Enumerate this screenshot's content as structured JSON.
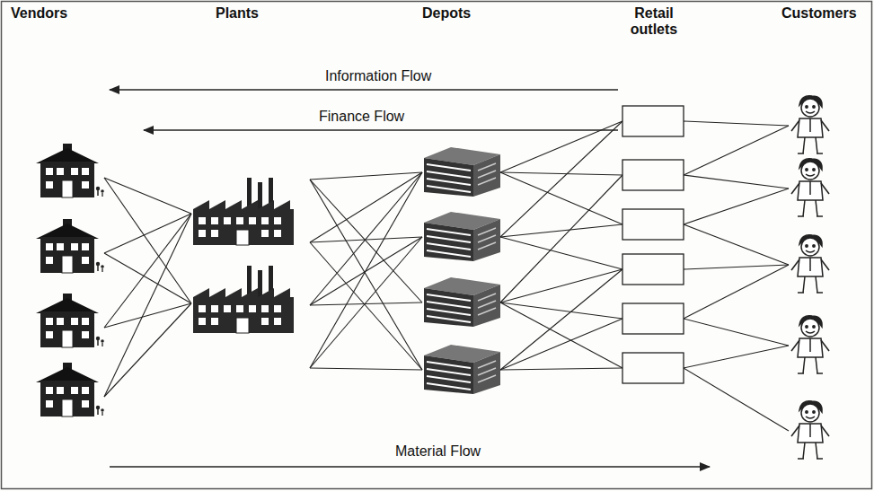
{
  "diagram": {
    "labels": [
      "Vendors",
      "Plants",
      "Depots",
      "Retail outlets",
      "Customers",
      "Information Flow",
      "Finance Flow",
      "Material Flow"
    ]
  }
}
